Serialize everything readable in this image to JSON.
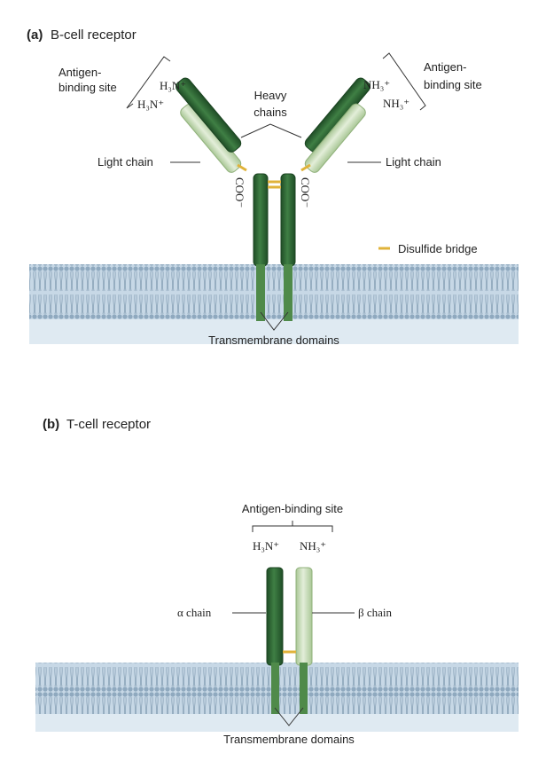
{
  "colors": {
    "heavy_chain": "#2f6a35",
    "heavy_chain_dark": "#1f4d26",
    "light_chain": "#c8dcb5",
    "light_chain_edge": "#8fb07a",
    "disulfide": "#e0b33a",
    "membrane_fill": "#b9cfe0",
    "membrane_head": "#9bb4c9",
    "cytoplasm": "#dfeaf2"
  },
  "panel_a": {
    "prefix": "(a)",
    "title": "B-cell receptor",
    "antigen_site_left_1": "Antigen-",
    "antigen_site_left_2": "binding site",
    "antigen_site_right_1": "Antigen-",
    "antigen_site_right_2": "binding site",
    "heavy_chains_1": "Heavy",
    "heavy_chains_2": "chains",
    "light_chain_left": "Light chain",
    "light_chain_right": "Light chain",
    "disulfide_legend": "Disulfide bridge",
    "transmembrane": "Transmembrane domains",
    "h3n_left_heavy": "H₃N⁺",
    "h3n_left_light": "H₃N⁺",
    "nh3_right_heavy": "NH₃⁺",
    "nh3_right_light": "NH₃⁺",
    "coo_left": "COO⁻",
    "coo_right": "COO⁻"
  },
  "panel_b": {
    "prefix": "(b)",
    "title": "T-cell receptor",
    "antigen_site": "Antigen-binding site",
    "alpha_chain": "α chain",
    "beta_chain": "β chain",
    "h3n": "H₃N⁺",
    "nh3": "NH₃⁺",
    "transmembrane": "Transmembrane domains"
  }
}
